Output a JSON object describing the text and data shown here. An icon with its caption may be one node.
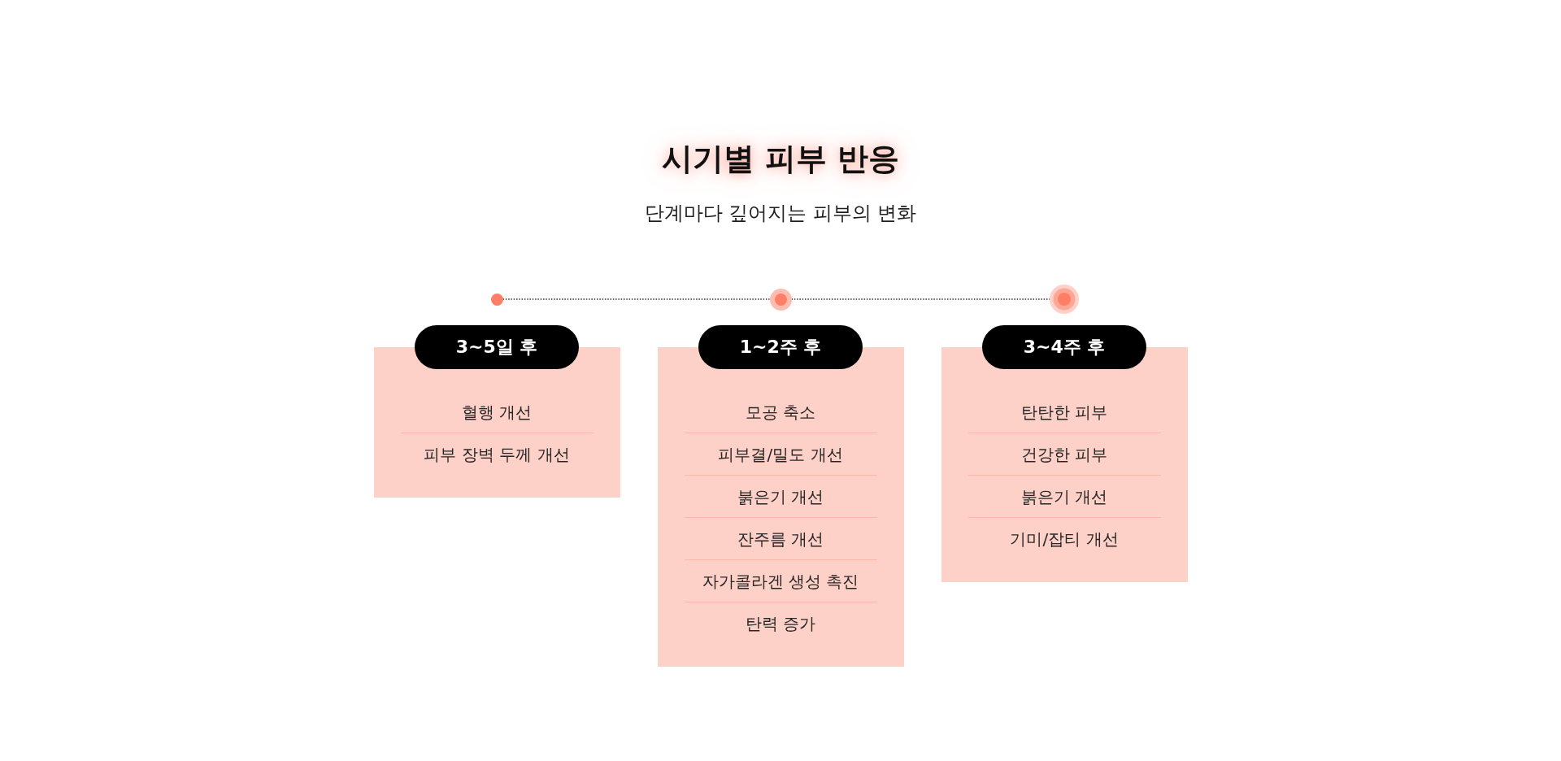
{
  "diagram": {
    "title": "시기별 피부 반응",
    "nodes": [
      {
        "text": [],
        "shape": "circle"
      },
      {
        "text": [],
        "shape": "circle"
      },
      {
        "text": [],
        "shape": "circle"
      },
      {
        "text": [
          "3~5일 후"
        ]
      },
      {
        "text": [
          "혈행 개선",
          "피부 장벽 두께 개선"
        ]
      },
      {
        "text": [
          "1~2주 후"
        ]
      },
      {
        "text": [
          "모공 축소",
          "피부결/밀도 개선",
          "붉은기 개선",
          "잔주름 개선",
          "자가콜라겐 생성 촉진",
          "탄력 증가"
        ]
      },
      {
        "text": [
          "3~4주 후"
        ]
      },
      {
        "text": [
          "탄탄한 피부",
          "건강한 피부",
          "붉은기 개선",
          "기미/잡티 개선"
        ]
      }
    ],
    "edges": [
      {
        "from": 0,
        "to": 1,
        "arrow": "none",
        "style": "dashed"
      },
      {
        "from": 1,
        "to": 2,
        "arrow": "none",
        "style": "dashed"
      }
    ],
    "labels": [
      "단계마다 깊어지는 피부의 변화"
    ]
  }
}
